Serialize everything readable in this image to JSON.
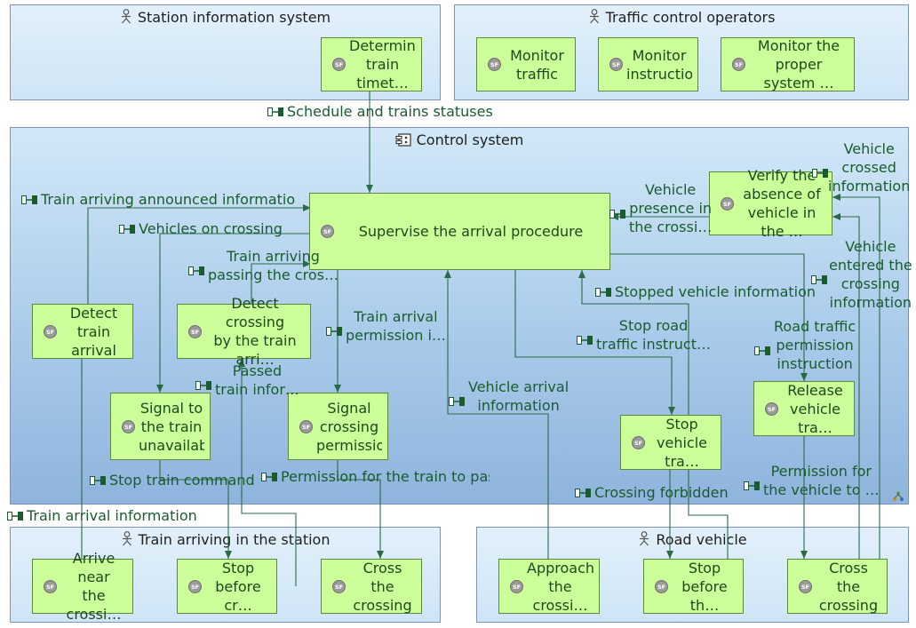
{
  "colors": {
    "function_fill": "#ccff99",
    "function_border": "#5d8a3a",
    "exchange_text": "#1a5c2e",
    "link": "#2a6b47",
    "container_border": "#7b93b8"
  },
  "containers": {
    "station": {
      "title": "Station information system",
      "icon": "actor-icon"
    },
    "traffic": {
      "title": "Traffic control operators",
      "icon": "actor-icon"
    },
    "control": {
      "title": "Control system",
      "icon": "component-icon"
    },
    "train": {
      "title": "Train arriving in the station",
      "icon": "actor-icon"
    },
    "road": {
      "title": "Road vehicle",
      "icon": "actor-icon"
    }
  },
  "functions": {
    "determine_timetable": "Determine\ntrain timet…",
    "monitor_traffic": "Monitor\ntraffic",
    "monitor_instruction": "Monitor\ninstruction…",
    "monitor_system": "Monitor the\nproper system …",
    "supervise": "Supervise the arrival procedure",
    "verify_absence": "Verify the\nabsence of\nvehicle in the …",
    "detect_arrival": "Detect\ntrain arrival",
    "detect_crossing": "Detect crossing\nby the train arri…",
    "signal_unavailable": "Signal to\nthe train\nunavailabl…",
    "signal_permission": "Signal\ncrossing\npermissio…",
    "stop_vehicle_traffic": "Stop\nvehicle tra…",
    "release_vehicle": "Release\nvehicle tra…",
    "arrive_near": "Arrive near\nthe crossi…",
    "stop_before_cr": "Stop\nbefore cr…",
    "cross_train": "Cross the\ncrossing",
    "approach": "Approach\nthe crossi…",
    "stop_before_th": "Stop\nbefore th…",
    "cross_vehicle": "Cross the\ncrossing"
  },
  "exchanges": {
    "schedule": "Schedule and trains statuses",
    "announced": "Train arriving announced informatio",
    "vehicles_on": "Vehicles on crossing",
    "arriving_passing": "Train arriving\npassing the cros…",
    "arrival_permission": "Train arrival\npermission i…",
    "passed": "Passed\ntrain infor…",
    "stop_train": "Stop train command",
    "permission_pass": "Permission for the train to pass",
    "train_arrival_info": "Train arrival information",
    "vehicle_arrival": "Vehicle arrival\ninformation",
    "stop_road": "Stop road\ntraffic instruct…",
    "stopped_vehicle": "Stopped vehicle information",
    "vehicle_presence": "Vehicle\npresence in\nthe crossi…",
    "vehicle_crossed": "Vehicle\ncrossed\ninformation",
    "vehicle_entered": "Vehicle\nentered the\ncrossing\ninformation",
    "road_permission": "Road traffic\npermission\ninstruction",
    "crossing_forbidden": "Crossing forbidden",
    "vehicle_permission": "Permission for\nthe vehicle to …"
  }
}
